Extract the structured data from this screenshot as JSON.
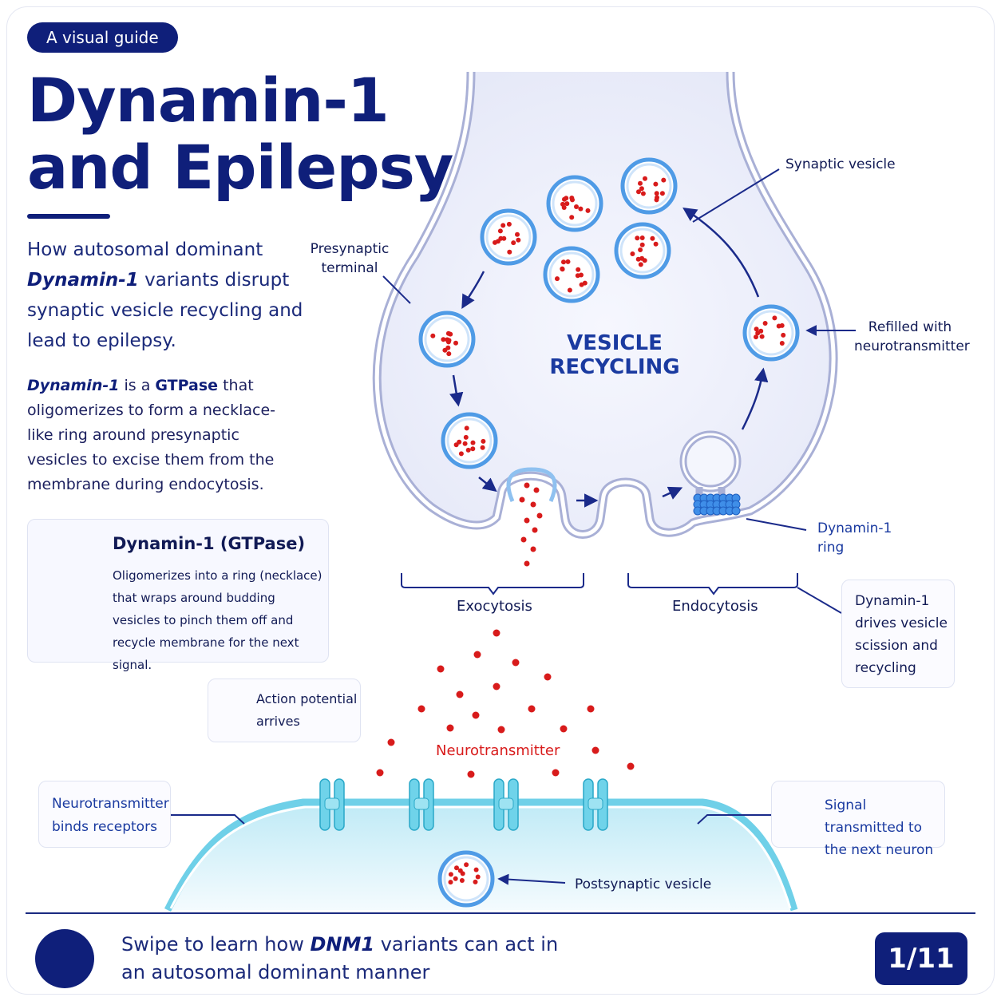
{
  "header": {
    "badge": "A visual guide",
    "title_line1": "Dynamin-1",
    "title_line2": "and Epilepsy"
  },
  "intro": {
    "part1": "How autosomal dominant ",
    "em": "Dynamin-1",
    "part2": " variants disrupt synaptic vesicle recycling and lead to epilepsy."
  },
  "description": {
    "em": "Dynamin-1",
    "part1": " is a ",
    "strong": "GTPase",
    "part2": " that oligomerizes to form a necklace-like ring around presynaptic vesicles to excise them from the membrane during endocytosis."
  },
  "dynamin_card": {
    "heading": "Dynamin-1 (GTPase)",
    "body": "Oligomerizes into a ring (necklace) that wraps around budding vesicles to pinch them off and recycle membrane for the next signal.",
    "icon": "ring-of-beads-icon"
  },
  "action_card": {
    "text": "Action potential arrives",
    "icon": "lightning-bolt-icon"
  },
  "bind_card": {
    "text": "Neurotransmitter binds receptors"
  },
  "signal_card": {
    "text": "Signal transmitted to the next neuron",
    "icon": "rising-bar-chart-icon"
  },
  "drives_card": {
    "text": "Dynamin-1 drives vesicle scission and recycling"
  },
  "diagram": {
    "center_line1": "VESICLE",
    "center_line2": "RECYCLING",
    "presynaptic_line1": "Presynaptic",
    "presynaptic_line2": "terminal",
    "synaptic_vesicle": "Synaptic vesicle",
    "refilled_line1": "Refilled with",
    "refilled_line2": "neurotransmitter",
    "ring_line1": "Dynamin-1",
    "ring_line2": "ring",
    "exocytosis": "Exocytosis",
    "endocytosis": "Endocytosis",
    "neurotransmitter": "Neurotransmitter",
    "postsynaptic_vesicle": "Postsynaptic vesicle"
  },
  "colors": {
    "navy": "#0f1f7a",
    "accent_blue": "#1a3aa0",
    "neurotransmitter_red": "#d81b1b",
    "receptor_cyan": "#4cc3e0",
    "terminal_fill": "#eef0fb",
    "postsynaptic_fill": "#d6f1f8",
    "lightning_purple": "#8b6ee0"
  },
  "footer": {
    "swipe_part1": "Swipe to learn how ",
    "swipe_em": "DNM1",
    "swipe_part2": " variants can act in an autosomal dominant manner",
    "page_indicator": "1/11",
    "arrow_icon": "arrow-right-icon"
  }
}
